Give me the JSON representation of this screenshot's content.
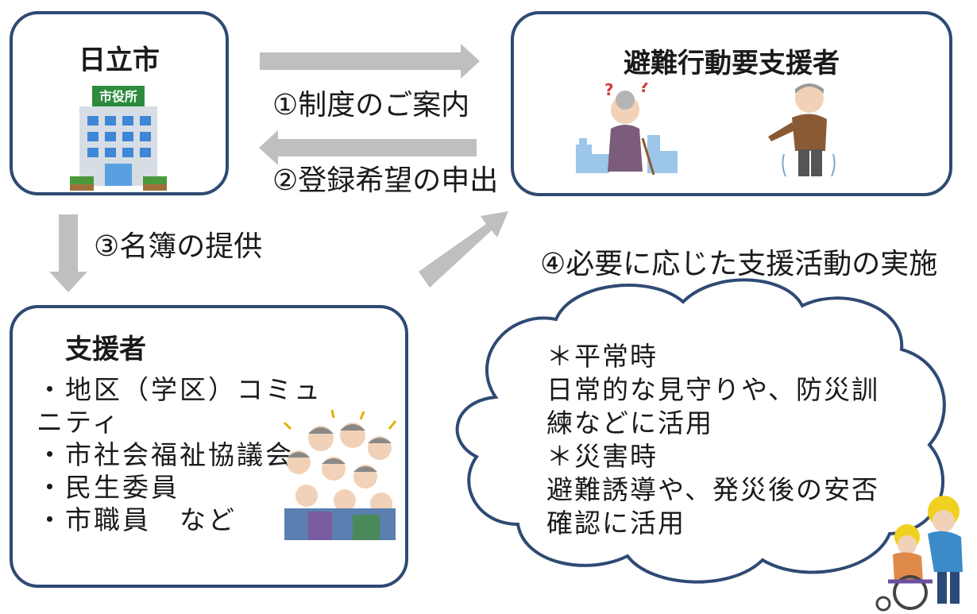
{
  "city": {
    "title": "日立市",
    "building_sign": "市役所"
  },
  "target": {
    "title": "避難行動要支援者"
  },
  "supporters": {
    "title": "支援者",
    "items": [
      "・地区（学区）コミュニティ",
      "・市社会福祉協議会",
      "・民生委員",
      "・市職員　など"
    ]
  },
  "steps": {
    "s1": "①制度のご案内",
    "s2": "②登録希望の申出",
    "s3": "③名簿の提供",
    "s4": "④必要に応じた支援活動の実施"
  },
  "cloud": {
    "lines": [
      "＊平常時",
      "日常的な見守りや、防災訓練などに活用",
      "＊災害時",
      "避難誘導や、発災後の安否確認に活用"
    ]
  },
  "colors": {
    "border": "#2f4a73",
    "arrow": "#bfbfbf",
    "cloud_border": "#2f4a73"
  }
}
